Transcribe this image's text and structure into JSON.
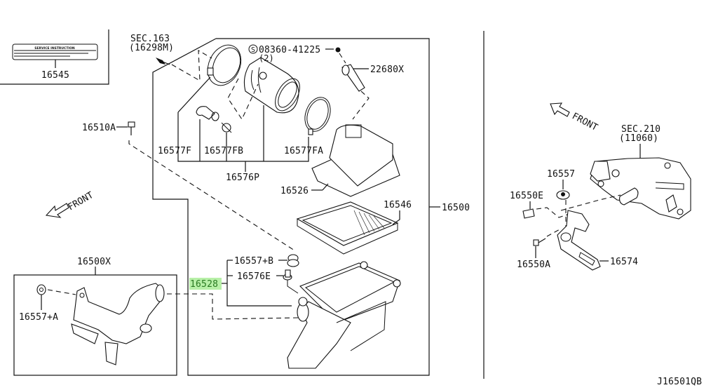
{
  "diagram": {
    "code": "J16501QB",
    "labels": {
      "p16545": "16545",
      "sec163": "SEC.163",
      "sec163_ref": "(16298M)",
      "bolt_spec": "08360-41225",
      "bolt_qty": "(2)",
      "p22680x": "22680X",
      "p16510a": "16510A",
      "p16577f": "16577F",
      "p16577fb": "16577FB",
      "p16577fa": "16577FA",
      "p16576p": "16576P",
      "p16526": "16526",
      "p16546": "16546",
      "p16500": "16500",
      "p16557b": "16557+B",
      "p16576e": "16576E",
      "p16528": "16528",
      "p16500x": "16500X",
      "p16557a": "16557+A",
      "sec210": "SEC.210",
      "sec210_ref": "(11060)",
      "p16557": "16557",
      "p16550e": "16550E",
      "p16550a": "16550A",
      "p16574": "16574"
    },
    "front_left": "FRONT",
    "front_right": "FRONT",
    "service_label_title": "SERVICE INSTRUCTION",
    "s_symbol": "S",
    "highlight_color": "#b8f0a8",
    "highlighted_part": "16528"
  }
}
